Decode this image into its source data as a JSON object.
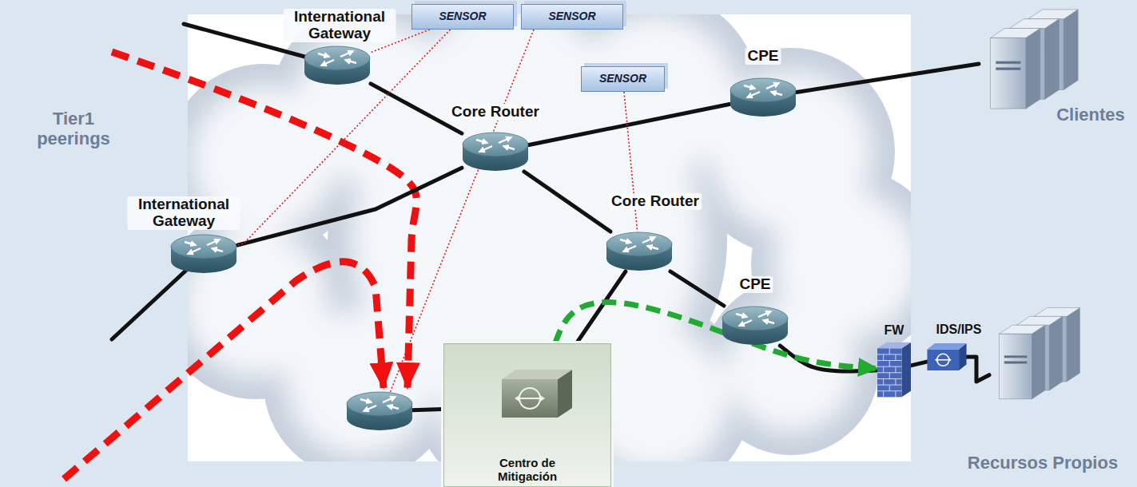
{
  "diagram": {
    "nodes": [
      {
        "text": [
          "International Gateway"
        ]
      },
      {
        "text": [
          "SENSOR"
        ]
      },
      {
        "text": [
          "SENSOR"
        ]
      },
      {
        "text": [
          "CPE"
        ]
      },
      {
        "text": [
          "Clientes"
        ]
      },
      {
        "text": [
          "Core Router"
        ]
      },
      {
        "text": [
          "SENSOR"
        ]
      },
      {
        "text": [
          "International Gateway"
        ]
      },
      {
        "text": [
          "Core Router"
        ]
      },
      {
        "text": [
          "CPE"
        ]
      },
      {
        "text": [
          "FW"
        ]
      },
      {
        "text": [
          "IDS/IPS"
        ]
      },
      {
        "text": [
          "Recursos Propios"
        ]
      },
      {
        "text": [
          "Centro de Mitigación"
        ]
      }
    ],
    "edges": [
      {
        "from": 0,
        "to": 5,
        "arrow": "none"
      },
      {
        "from": 7,
        "to": 5,
        "arrow": "none"
      },
      {
        "from": 5,
        "to": 3,
        "arrow": "none"
      },
      {
        "from": 3,
        "to": 4,
        "arrow": "none"
      },
      {
        "from": 5,
        "to": 8,
        "arrow": "none"
      },
      {
        "from": 8,
        "to": 9,
        "arrow": "none"
      },
      {
        "from": 9,
        "to": 10,
        "arrow": "none"
      },
      {
        "from": 10,
        "to": 11,
        "arrow": "none"
      },
      {
        "from": 11,
        "to": 12,
        "arrow": "none"
      },
      {
        "from": 8,
        "to": 13,
        "arrow": "none"
      },
      {
        "from": 1,
        "to": 0,
        "arrow": "none"
      },
      {
        "from": 1,
        "to": 7,
        "arrow": "none"
      },
      {
        "from": 6,
        "to": 8,
        "arrow": "none"
      },
      {
        "from": 13,
        "to": 10,
        "arrow": "to"
      }
    ],
    "labels": [
      "Tier1 peerings"
    ]
  }
}
